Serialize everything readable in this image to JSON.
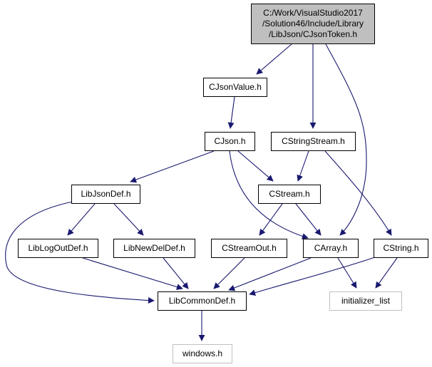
{
  "colors": {
    "edge": "#191970",
    "node_border": "#000000",
    "node_fill": "#ffffff",
    "root_fill": "#bfbfbf",
    "external_border": "#bfbfbf"
  },
  "nodes": [
    {
      "id": "root",
      "lines": [
        "C:/Work/VisualStudio2017",
        "/Solution46/Include/Library",
        "/LibJson/CJsonToken.h"
      ],
      "style": "root"
    },
    {
      "id": "cjsonvalue",
      "lines": [
        "CJsonValue.h"
      ],
      "style": "normal"
    },
    {
      "id": "cjson",
      "lines": [
        "CJson.h"
      ],
      "style": "normal"
    },
    {
      "id": "cstringstream",
      "lines": [
        "CStringStream.h"
      ],
      "style": "normal"
    },
    {
      "id": "libjsondef",
      "lines": [
        "LibJsonDef.h"
      ],
      "style": "normal"
    },
    {
      "id": "cstream",
      "lines": [
        "CStream.h"
      ],
      "style": "normal"
    },
    {
      "id": "liblogoutdef",
      "lines": [
        "LibLogOutDef.h"
      ],
      "style": "normal"
    },
    {
      "id": "libnewdeldef",
      "lines": [
        "LibNewDelDef.h"
      ],
      "style": "normal"
    },
    {
      "id": "cstreamout",
      "lines": [
        "CStreamOut.h"
      ],
      "style": "normal"
    },
    {
      "id": "carray",
      "lines": [
        "CArray.h"
      ],
      "style": "normal"
    },
    {
      "id": "cstring",
      "lines": [
        "CString.h"
      ],
      "style": "normal"
    },
    {
      "id": "libcommondef",
      "lines": [
        "LibCommonDef.h"
      ],
      "style": "normal"
    },
    {
      "id": "initializer_list",
      "lines": [
        "initializer_list"
      ],
      "style": "external"
    },
    {
      "id": "windows",
      "lines": [
        "windows.h"
      ],
      "style": "external"
    }
  ],
  "edges": [
    {
      "from": "root",
      "to": "cjsonvalue"
    },
    {
      "from": "root",
      "to": "cstringstream"
    },
    {
      "from": "root",
      "to": "carray"
    },
    {
      "from": "cjsonvalue",
      "to": "cjson"
    },
    {
      "from": "cjson",
      "to": "libjsondef"
    },
    {
      "from": "cjson",
      "to": "cstream"
    },
    {
      "from": "cjson",
      "to": "carray"
    },
    {
      "from": "cstringstream",
      "to": "cstream"
    },
    {
      "from": "cstringstream",
      "to": "cstring"
    },
    {
      "from": "libjsondef",
      "to": "liblogoutdef"
    },
    {
      "from": "libjsondef",
      "to": "libnewdeldef"
    },
    {
      "from": "libjsondef",
      "to": "libcommondef"
    },
    {
      "from": "cstream",
      "to": "cstreamout"
    },
    {
      "from": "cstream",
      "to": "carray"
    },
    {
      "from": "liblogoutdef",
      "to": "libcommondef"
    },
    {
      "from": "libnewdeldef",
      "to": "libcommondef"
    },
    {
      "from": "cstreamout",
      "to": "libcommondef"
    },
    {
      "from": "carray",
      "to": "libcommondef"
    },
    {
      "from": "carray",
      "to": "initializer_list"
    },
    {
      "from": "cstring",
      "to": "libcommondef"
    },
    {
      "from": "cstring",
      "to": "initializer_list"
    },
    {
      "from": "libcommondef",
      "to": "windows"
    }
  ]
}
